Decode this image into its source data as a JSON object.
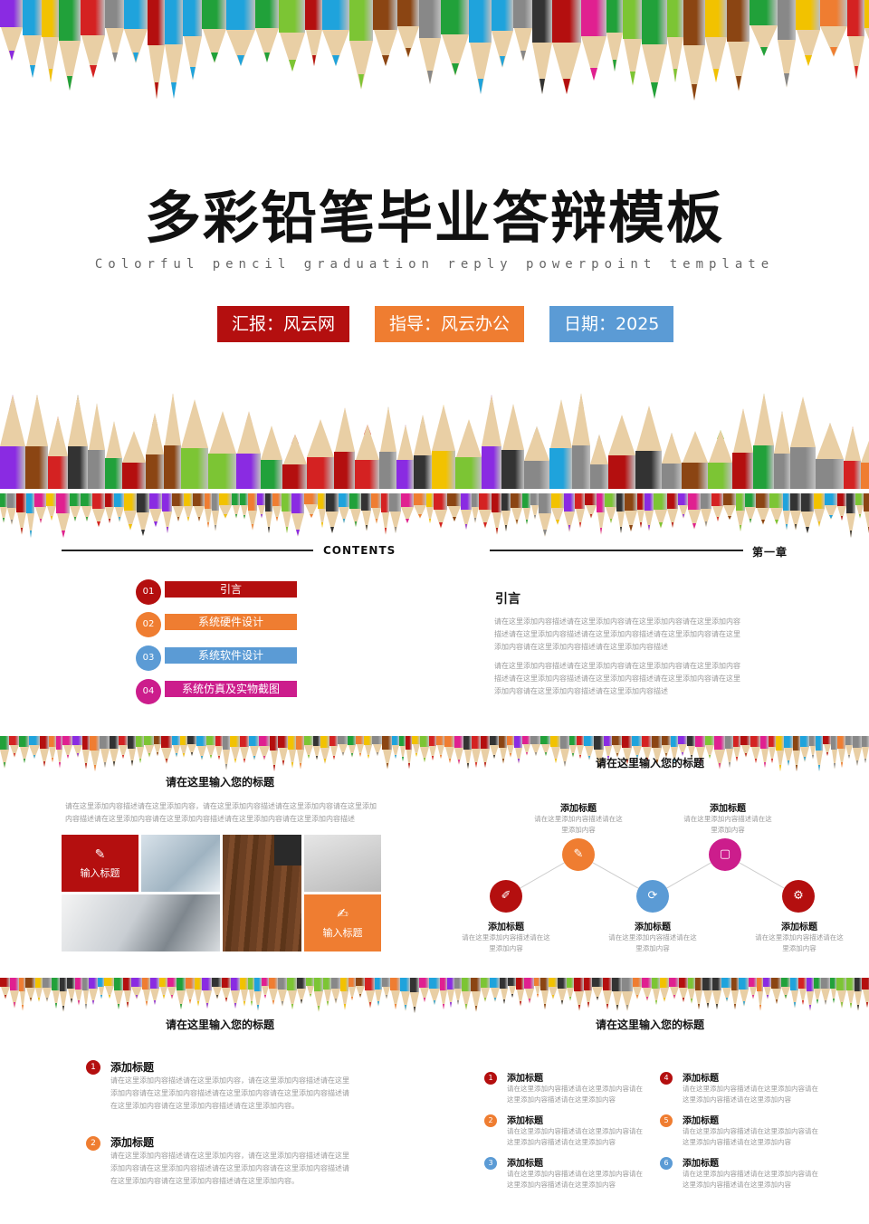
{
  "cover": {
    "title": "多彩铅笔毕业答辩模板",
    "subtitle": "Colorful pencil graduation reply powerpoint template",
    "badges": [
      {
        "label": "汇报：风云网",
        "color": "#b40f0f"
      },
      {
        "label": "指导：风云办公",
        "color": "#ef7d31"
      },
      {
        "label": "日期：2025",
        "color": "#5b9bd5"
      }
    ]
  },
  "colors": {
    "red": "#b40f0f",
    "orange": "#ef7d31",
    "blue": "#5b9bd5",
    "magenta": "#cc1d8c",
    "pencils": [
      "#d42222",
      "#8b4513",
      "#ef7d31",
      "#21a13a",
      "#7cc534",
      "#1fa3dc",
      "#8a2be2",
      "#e02090",
      "#888888",
      "#333333",
      "#f2c200",
      "#b40f0f"
    ]
  },
  "contents": {
    "label": "CONTENTS",
    "items": [
      {
        "num": "01",
        "label": "引言",
        "color": "#b40f0f"
      },
      {
        "num": "02",
        "label": "系统硬件设计",
        "color": "#ef7d31"
      },
      {
        "num": "03",
        "label": "系统软件设计",
        "color": "#5b9bd5"
      },
      {
        "num": "04",
        "label": "系统仿真及实物截图",
        "color": "#cc1d8c"
      }
    ]
  },
  "chapter": {
    "label": "第一章",
    "heading": "引言",
    "para1": "请在这里添加内容描述请在这里添加内容请在这里添加内容请在这里添加内容描述请在这里添加内容描述请在这里添加内容描述请在这里添加内容请在这里添加内容请在这里添加内容描述请在这里添加内容描述",
    "para2": "请在这里添加内容描述请在这里添加内容请在这里添加内容请在这里添加内容描述请在这里添加内容描述请在这里添加内容描述请在这里添加内容请在这里添加内容请在这里添加内容描述请在这里添加内容描述"
  },
  "slide3": {
    "title": "请在这里输入您的标题",
    "para": "请在这里添加内容描述请在这里添加内容，请在这里添加内容描述请在这里添加内容请在这里添加内容描述请在这里添加内容请在这里添加内容描述请在这里添加内容请在这里添加内容描述",
    "tile1": "输入标题",
    "tile2": "输入标题"
  },
  "slide4": {
    "title": "请在这里输入您的标题",
    "nodes": [
      {
        "title": "添加标题",
        "desc": "请在这里添加内容描述请在这里添加内容",
        "color": "#b40f0f"
      },
      {
        "title": "添加标题",
        "desc": "请在这里添加内容描述请在这里添加内容",
        "color": "#ef7d31"
      },
      {
        "title": "添加标题",
        "desc": "请在这里添加内容描述请在这里添加内容",
        "color": "#5b9bd5"
      },
      {
        "title": "添加标题",
        "desc": "请在这里添加内容描述请在这里添加内容",
        "color": "#cc1d8c"
      },
      {
        "title": "添加标题",
        "desc": "请在这里添加内容描述请在这里添加内容",
        "color": "#b40f0f"
      }
    ]
  },
  "slide5": {
    "title": "请在这里输入您的标题",
    "items": [
      {
        "num": "1",
        "title": "添加标题",
        "desc": "请在这里添加内容描述请在这里添加内容，请在这里添加内容描述请在这里添加内容请在这里添加内容描述请在这里添加内容请在这里添加内容描述请在这里添加内容请在这里添加内容描述请在这里添加内容。",
        "color": "#b40f0f"
      },
      {
        "num": "2",
        "title": "添加标题",
        "desc": "请在这里添加内容描述请在这里添加内容，请在这里添加内容描述请在这里添加内容请在这里添加内容描述请在这里添加内容请在这里添加内容描述请在这里添加内容请在这里添加内容描述请在这里添加内容。",
        "color": "#ef7d31"
      }
    ]
  },
  "slide6": {
    "title": "请在这里输入您的标题",
    "items": [
      {
        "num": "1",
        "title": "添加标题",
        "desc": "请在这里添加内容描述请在这里添加内容请在这里添加内容描述请在这里添加内容",
        "color": "#b40f0f"
      },
      {
        "num": "2",
        "title": "添加标题",
        "desc": "请在这里添加内容描述请在这里添加内容请在这里添加内容描述请在这里添加内容",
        "color": "#ef7d31"
      },
      {
        "num": "3",
        "title": "添加标题",
        "desc": "请在这里添加内容描述请在这里添加内容请在这里添加内容描述请在这里添加内容",
        "color": "#5b9bd5"
      },
      {
        "num": "4",
        "title": "添加标题",
        "desc": "请在这里添加内容描述请在这里添加内容请在这里添加内容描述请在这里添加内容",
        "color": "#b40f0f"
      },
      {
        "num": "5",
        "title": "添加标题",
        "desc": "请在这里添加内容描述请在这里添加内容请在这里添加内容描述请在这里添加内容",
        "color": "#ef7d31"
      },
      {
        "num": "6",
        "title": "添加标题",
        "desc": "请在这里添加内容描述请在这里添加内容请在这里添加内容描述请在这里添加内容",
        "color": "#5b9bd5"
      }
    ]
  }
}
